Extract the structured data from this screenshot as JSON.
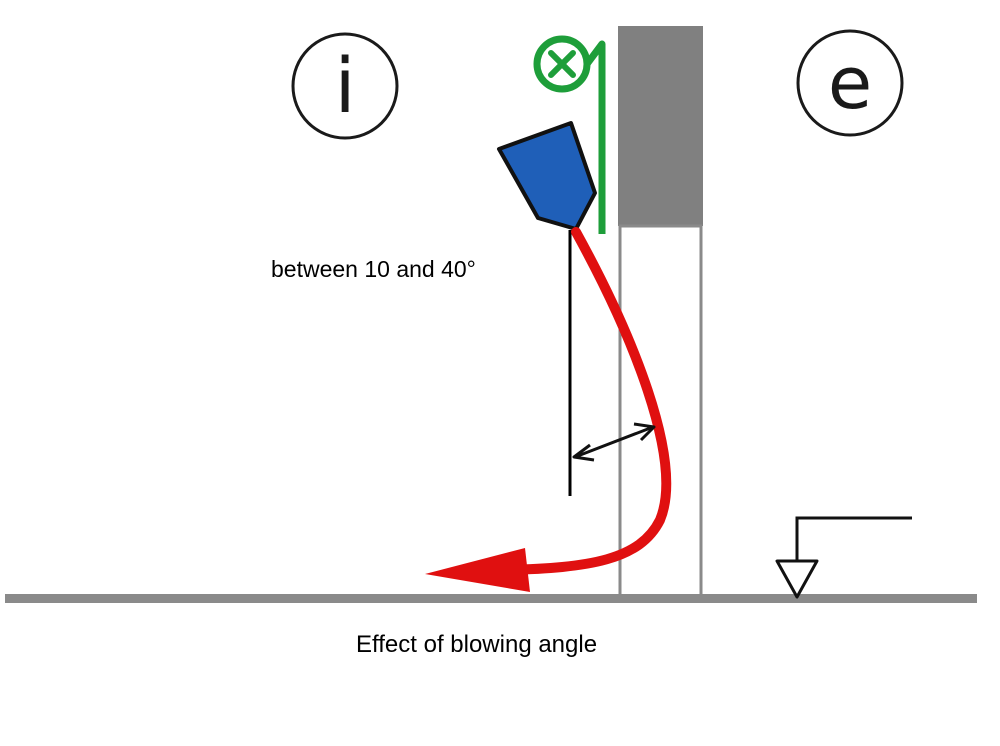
{
  "interior_marker": {
    "letter": "i"
  },
  "exterior_marker": {
    "letter": "e"
  },
  "angle_label": "between 10 and 40°",
  "caption": "Effect of blowing angle",
  "colors": {
    "air_stream": "#e01010",
    "nozzle": "#1f5fb8",
    "fan_control": "#1e9e3a",
    "wall_upper": "#808080",
    "floor_line": "#8a8a8a"
  }
}
